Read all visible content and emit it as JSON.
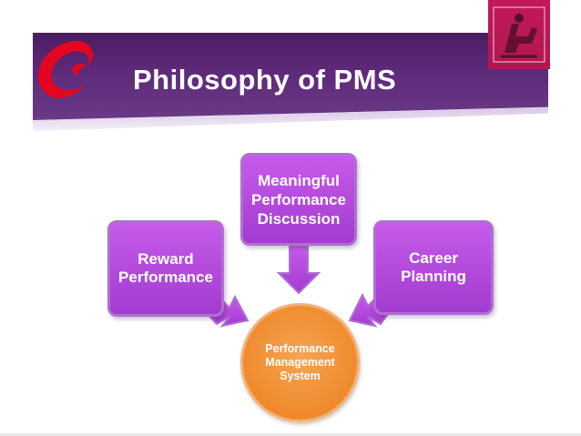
{
  "slide": {
    "title": "Philosophy of PMS"
  },
  "diagram": {
    "top_box": [
      "Meaningful",
      "Performance",
      "Discussion"
    ],
    "left_box": [
      "Reward",
      "Performance"
    ],
    "right_box": [
      "Career",
      "Planning"
    ],
    "center": [
      "Performance",
      "Management",
      "System"
    ]
  },
  "colors": {
    "banner": "#5e2a7a",
    "box_fill": "#b34ae0",
    "hub_fill": "#ef8a2c",
    "logo_red": "#e40521",
    "logo_badge": "#c2185b"
  },
  "icons": {
    "left_logo": "airtel-logo-icon",
    "right_logo": "emblem-logo-icon"
  }
}
